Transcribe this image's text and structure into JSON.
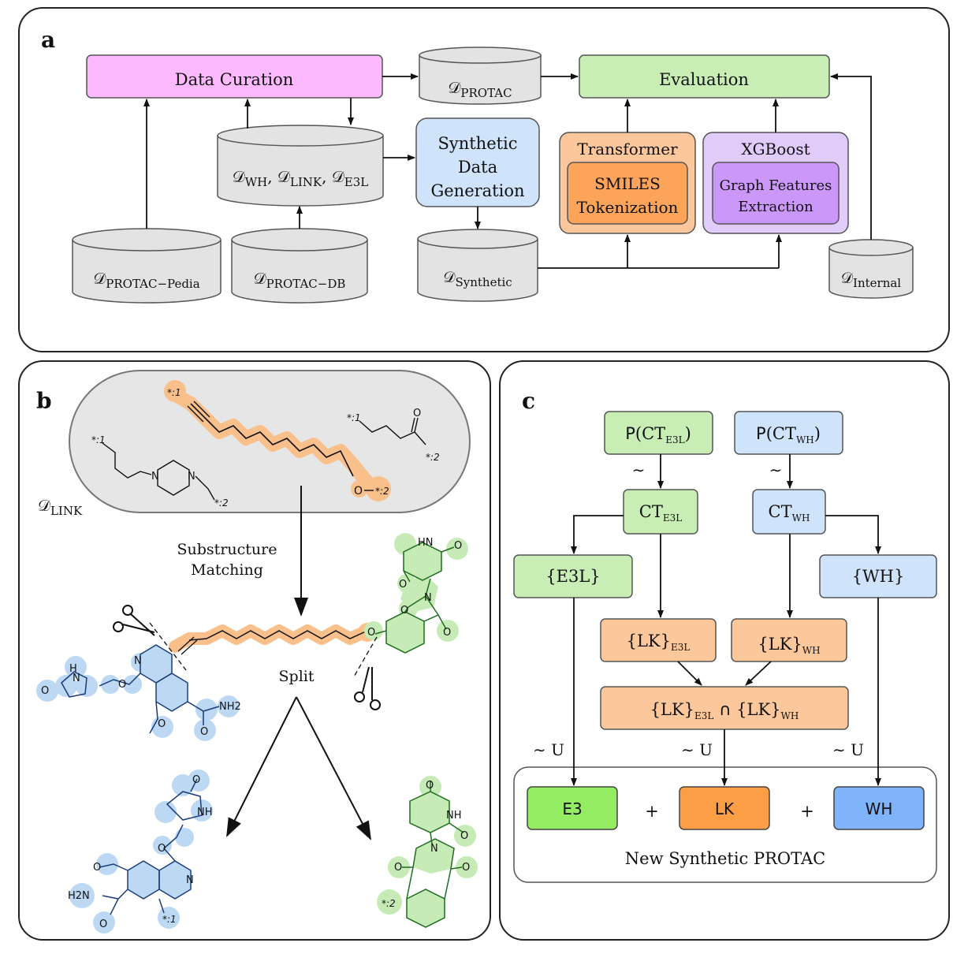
{
  "panels": {
    "a": {
      "label": "a"
    },
    "b": {
      "label": "b"
    },
    "c": {
      "label": "c"
    }
  },
  "panel_a": {
    "data_curation": "Data Curation",
    "db_protac": {
      "sym": "𝒟",
      "sub": "PROTAC"
    },
    "evaluation": "Evaluation",
    "db_wh_link_e3l": {
      "sym": "𝒟",
      "sub1": "WH",
      "sub2": "LINK",
      "sub3": "E3L"
    },
    "synthetic_gen": [
      "Synthetic",
      "Data",
      "Generation"
    ],
    "transformer": {
      "title": "Transformer",
      "inner": [
        "SMILES",
        "Tokenization"
      ]
    },
    "xgboost": {
      "title": "XGBoost",
      "inner": [
        "Graph Features",
        "Extraction"
      ]
    },
    "db_pedia": {
      "sym": "𝒟",
      "sub": "PROTAC−Pedia"
    },
    "db_protacdb": {
      "sym": "𝒟",
      "sub": "PROTAC−DB"
    },
    "db_synthetic": {
      "sym": "𝒟",
      "sub": "Synthetic"
    },
    "db_internal": {
      "sym": "𝒟",
      "sub": "Internal"
    }
  },
  "panel_b": {
    "db_link": {
      "sym": "𝒟",
      "sub": "LINK"
    },
    "substructure": [
      "Substructure",
      "Matching"
    ],
    "split": "Split",
    "atoms": {
      "attach1": "*:1",
      "attach2": "*:2",
      "o": "O",
      "n": "N",
      "nh": "NH",
      "hn": "HN",
      "nh2": "NH2",
      "h2n": "H2N",
      "h": "H"
    }
  },
  "panel_c": {
    "p_ct_e3l": {
      "fn": "P",
      "ct": "CT",
      "sub": "E3L"
    },
    "p_ct_wh": {
      "fn": "P",
      "ct": "CT",
      "sub": "WH"
    },
    "tilde": "∼",
    "ct_e3l": {
      "ct": "CT",
      "sub": "E3L"
    },
    "ct_wh": {
      "ct": "CT",
      "sub": "WH"
    },
    "set_e3l": "{E3L}",
    "set_wh": "{WH}",
    "lk_e3l": {
      "set": "{LK}",
      "sub": "E3L"
    },
    "lk_wh": {
      "set": "{LK}",
      "sub": "WH"
    },
    "intersect": {
      "a": "{LK}",
      "sa": "E3L",
      "op": "∩",
      "b": "{LK}",
      "sb": "WH"
    },
    "uniform": "∼ U",
    "e3": "E3",
    "lk": "LK",
    "wh": "WH",
    "plus": "+",
    "new_protac": "New Synthetic PROTAC"
  }
}
